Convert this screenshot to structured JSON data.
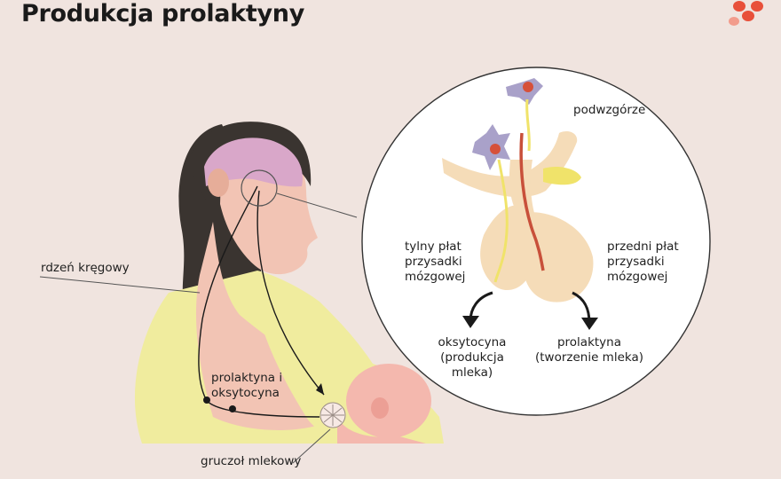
{
  "title": "Produkcja prolaktyny",
  "labels": {
    "spinal_cord": "rdzeń kręgowy",
    "prolactin_oxytocin": [
      "prolaktyna i",
      "oksytocyna"
    ],
    "mammary_gland": "gruczoł mlekowy",
    "hypothalamus": "podwzgórze",
    "posterior_lobe": [
      "tylny płat",
      "przysadki",
      "mózgowej"
    ],
    "anterior_lobe": [
      "przedni płat",
      "przysadki",
      "mózgowej"
    ],
    "oxytocin_result": [
      "oksytocyna",
      "(produkcja",
      "mleka)"
    ],
    "prolactin_result": [
      "prolaktyna",
      "(tworzenie mleka)"
    ]
  },
  "colors": {
    "background": "#f0e4df",
    "skin": "#f2c4b4",
    "hair": "#3a3430",
    "brain": "#d9a7c9",
    "shirt": "#f0ec9e",
    "gland": "#f5dcb8",
    "nerve_red": "#c8503a",
    "logo": "#e8503a"
  },
  "icons": {
    "logo": "four-petal-logo-icon"
  }
}
